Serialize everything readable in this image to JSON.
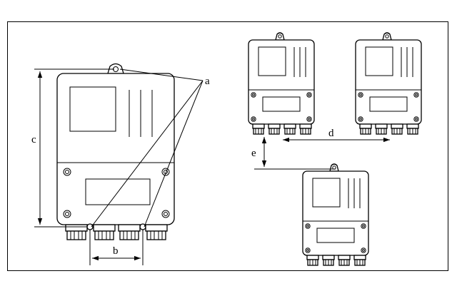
{
  "labels": {
    "a": "a",
    "b": "b",
    "c": "c",
    "d": "d",
    "e": "e"
  },
  "icons": {
    "housing": "transmitter-housing-icon",
    "gland": "cable-gland-icon",
    "screw": "screw-icon",
    "mounting_hole": "mounting-hole-icon"
  }
}
